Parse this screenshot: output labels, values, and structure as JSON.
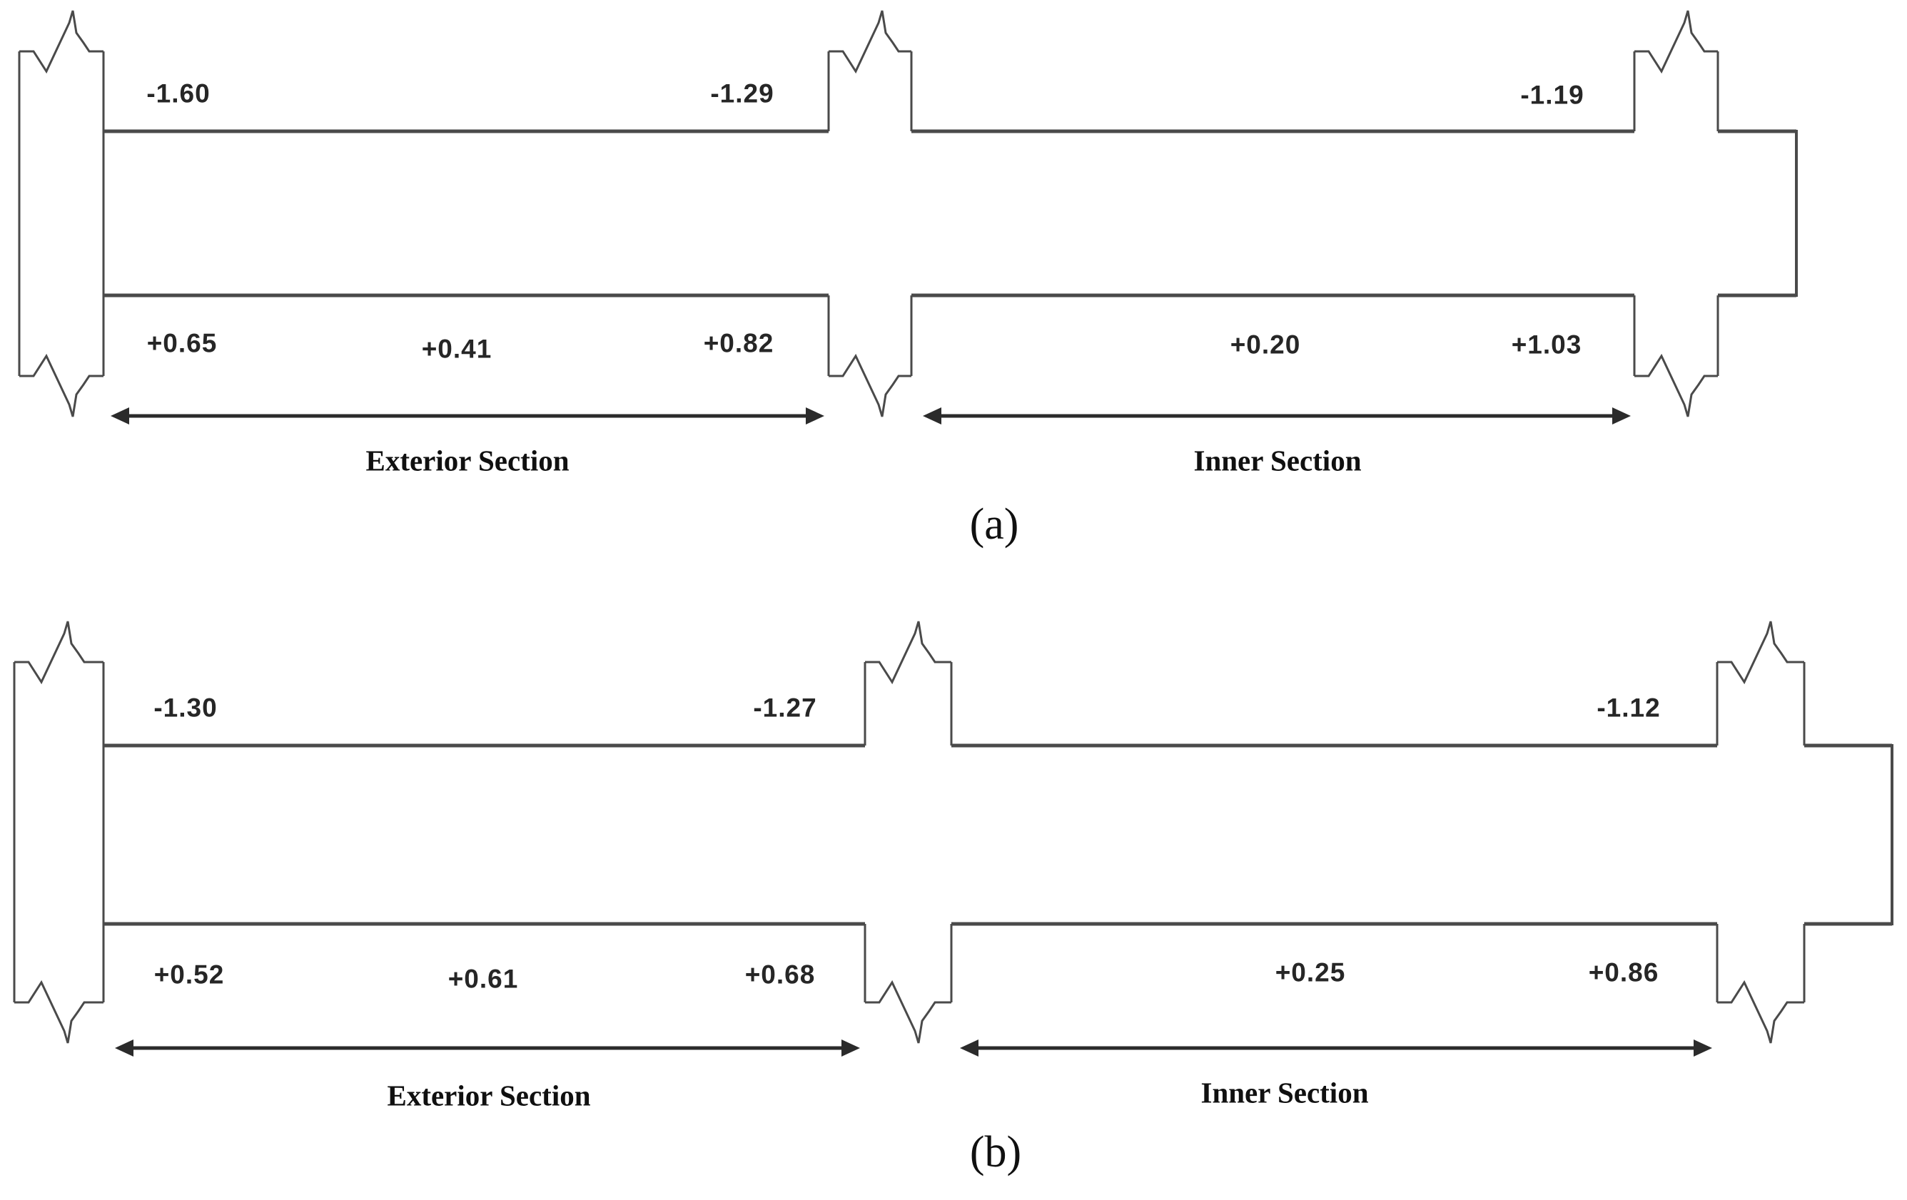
{
  "figure": {
    "colors": {
      "line": "#4a4a4a",
      "arrow": "#2b2b2b",
      "text": "#262626"
    },
    "panels": [
      {
        "caption": "(a)",
        "section_labels": {
          "exterior": "Exterior Section",
          "inner": "Inner Section"
        },
        "moments": {
          "top": [
            "-1.60",
            "-1.29",
            "-1.19"
          ],
          "bottom": [
            "+0.65",
            "+0.41",
            "+0.82",
            "+0.20",
            "+1.03"
          ]
        }
      },
      {
        "caption": "(b)",
        "section_labels": {
          "exterior": "Exterior Section",
          "inner": "Inner Section"
        },
        "moments": {
          "top": [
            "-1.30",
            "-1.27",
            "-1.12"
          ],
          "bottom": [
            "+0.52",
            "+0.61",
            "+0.68",
            "+0.25",
            "+0.86"
          ]
        }
      }
    ]
  }
}
